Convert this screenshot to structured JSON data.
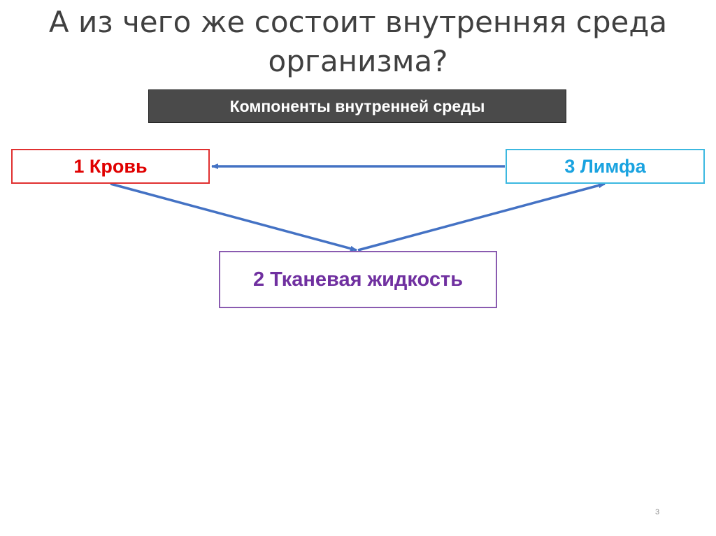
{
  "title": {
    "line1": "А из чего же состоит внутренняя среда",
    "line2": "организма?"
  },
  "header": {
    "label": "Компоненты внутренней среды",
    "background": "#4a4a4a"
  },
  "nodes": {
    "blood": {
      "label": "1 Кровь",
      "color": "#e00000"
    },
    "tissue_fluid": {
      "label": "2 Тканевая жидкость",
      "color": "#7030a0"
    },
    "lymph": {
      "label": "3 Лимфа",
      "color": "#1aa3e0"
    }
  },
  "edges": [
    {
      "from": "blood",
      "to": "tissue_fluid"
    },
    {
      "from": "tissue_fluid",
      "to": "lymph"
    },
    {
      "from": "lymph",
      "to": "blood"
    }
  ],
  "arrow_color": "#4472c4",
  "page_number": "3"
}
